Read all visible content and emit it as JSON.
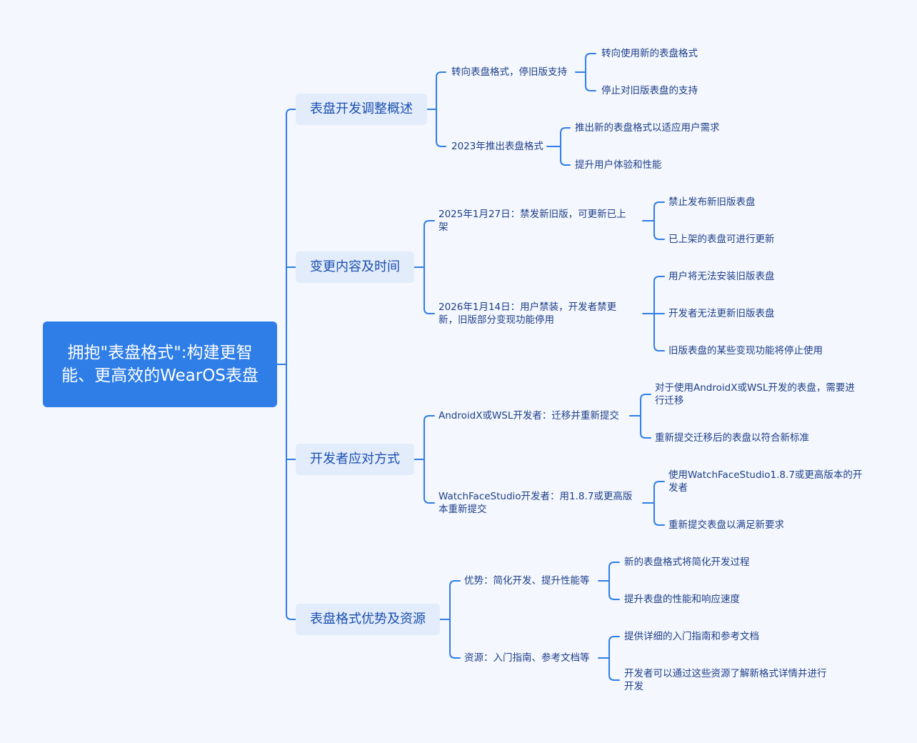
{
  "root": {
    "title": "拥抱\"表盘格式\":构建更智能、更高效的WearOS表盘"
  },
  "branches": [
    {
      "label": "表盘开发调整概述",
      "children": [
        {
          "label": "转向表盘格式，停旧版支持",
          "children": [
            "转向使用新的表盘格式",
            "停止对旧版表盘的支持"
          ]
        },
        {
          "label": "2023年推出表盘格式",
          "children": [
            "推出新的表盘格式以适应用户需求",
            "提升用户体验和性能"
          ]
        }
      ]
    },
    {
      "label": "变更内容及时间",
      "children": [
        {
          "label": "2025年1月27日：禁发新旧版，可更新已上架",
          "children": [
            "禁止发布新旧版表盘",
            "已上架的表盘可进行更新"
          ]
        },
        {
          "label": "2026年1月14日：用户禁装，开发者禁更新，旧版部分变现功能停用",
          "children": [
            "用户将无法安装旧版表盘",
            "开发者无法更新旧版表盘",
            "旧版表盘的某些变现功能将停止使用"
          ]
        }
      ]
    },
    {
      "label": "开发者应对方式",
      "children": [
        {
          "label": "AndroidX或WSL开发者：迁移并重新提交",
          "children": [
            "对于使用AndroidX或WSL开发的表盘，需要进行迁移",
            "重新提交迁移后的表盘以符合新标准"
          ]
        },
        {
          "label": "WatchFaceStudio开发者：用1.8.7或更高版本重新提交",
          "children": [
            "使用WatchFaceStudio1.8.7或更高版本的开发者",
            "重新提交表盘以满足新要求"
          ]
        }
      ]
    },
    {
      "label": "表盘格式优势及资源",
      "children": [
        {
          "label": "优势：简化开发、提升性能等",
          "children": [
            "新的表盘格式将简化开发过程",
            "提升表盘的性能和响应速度"
          ]
        },
        {
          "label": "资源：入门指南、参考文档等",
          "children": [
            "提供详细的入门指南和参考文档",
            "开发者可以通过这些资源了解新格式详情并进行开发"
          ]
        }
      ]
    }
  ],
  "colors": {
    "accent": "#2f7ee8",
    "branch_bg": "#e3ecfb",
    "text": "#1e3f8a",
    "background": "#f4f7fd"
  }
}
